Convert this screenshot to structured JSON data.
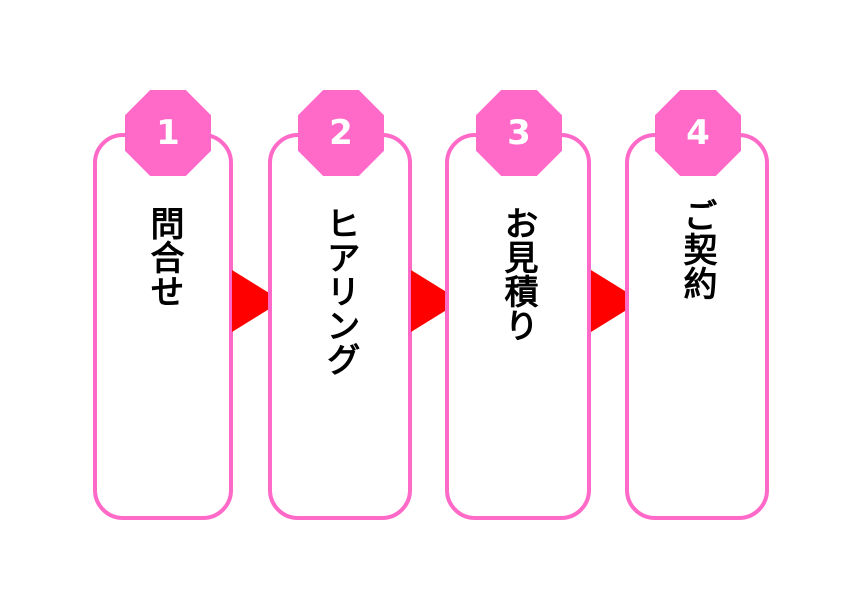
{
  "diagram": {
    "title": "",
    "type": "process-flow",
    "orientation": "horizontal",
    "colors": {
      "accent_pink": "#ff69c8",
      "arrow_red": "#ff0000",
      "text_black": "#000000",
      "badge_number": "#ffffff",
      "background": "#ffffff"
    },
    "steps": [
      {
        "number": "1",
        "label": "問合せ"
      },
      {
        "number": "2",
        "label": "ヒアリング"
      },
      {
        "number": "3",
        "label": "お見積り"
      },
      {
        "number": "4",
        "label": "ご契約"
      }
    ],
    "connectors": [
      {
        "icon": "right-triangle-arrow"
      },
      {
        "icon": "right-triangle-arrow"
      },
      {
        "icon": "right-triangle-arrow"
      }
    ]
  }
}
